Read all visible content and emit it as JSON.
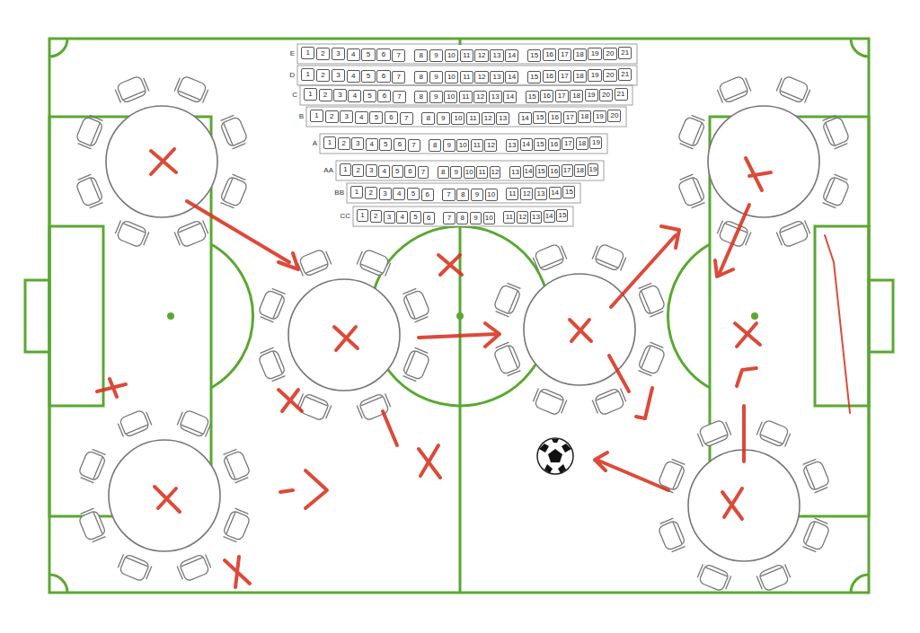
{
  "diagram": {
    "nodes": [
      {
        "text": [
          "1"
        ]
      },
      {
        "text": [
          "2"
        ]
      },
      {
        "text": [
          "3"
        ]
      },
      {
        "text": [
          "4"
        ]
      },
      {
        "text": [
          "5"
        ]
      },
      {
        "text": [
          "6"
        ]
      },
      {
        "text": [
          "7"
        ]
      },
      {
        "text": [
          "8"
        ]
      },
      {
        "text": [
          "9"
        ]
      },
      {
        "text": [
          "10"
        ]
      },
      {
        "text": [
          "11"
        ]
      },
      {
        "text": [
          "12"
        ]
      },
      {
        "text": [
          "13"
        ]
      },
      {
        "text": [
          "14"
        ]
      },
      {
        "text": [
          "15"
        ]
      },
      {
        "text": [
          "16"
        ]
      },
      {
        "text": [
          "17"
        ]
      },
      {
        "text": [
          "18"
        ]
      },
      {
        "text": [
          "19"
        ]
      },
      {
        "text": [
          "20"
        ]
      },
      {
        "text": [
          "21"
        ]
      },
      {
        "text": [
          "1"
        ]
      },
      {
        "text": [
          "2"
        ]
      },
      {
        "text": [
          "3"
        ]
      },
      {
        "text": [
          "4"
        ]
      },
      {
        "text": [
          "5"
        ]
      },
      {
        "text": [
          "6"
        ]
      },
      {
        "text": [
          "7"
        ]
      },
      {
        "text": [
          "8"
        ]
      },
      {
        "text": [
          "9"
        ]
      },
      {
        "text": [
          "10"
        ]
      },
      {
        "text": [
          "11"
        ]
      },
      {
        "text": [
          "12"
        ]
      },
      {
        "text": [
          "13"
        ]
      },
      {
        "text": [
          "14"
        ]
      },
      {
        "text": [
          "15"
        ]
      },
      {
        "text": [
          "16"
        ]
      },
      {
        "text": [
          "17"
        ]
      },
      {
        "text": [
          "18"
        ]
      },
      {
        "text": [
          "19"
        ]
      },
      {
        "text": [
          "20"
        ]
      },
      {
        "text": [
          "21"
        ]
      },
      {
        "text": [
          "1"
        ]
      },
      {
        "text": [
          "2"
        ]
      },
      {
        "text": [
          "3"
        ]
      },
      {
        "text": [
          "4"
        ]
      },
      {
        "text": [
          "5"
        ]
      },
      {
        "text": [
          "6"
        ]
      },
      {
        "text": [
          "7"
        ]
      },
      {
        "text": [
          "8"
        ]
      },
      {
        "text": [
          "9"
        ]
      },
      {
        "text": [
          "10"
        ]
      },
      {
        "text": [
          "11"
        ]
      },
      {
        "text": [
          "12"
        ]
      },
      {
        "text": [
          "13"
        ]
      },
      {
        "text": [
          "14"
        ]
      },
      {
        "text": [
          "15"
        ]
      },
      {
        "text": [
          "16"
        ]
      },
      {
        "text": [
          "17"
        ]
      },
      {
        "text": [
          "18"
        ]
      },
      {
        "text": [
          "19"
        ]
      },
      {
        "text": [
          "20"
        ]
      },
      {
        "text": [
          "21"
        ]
      },
      {
        "text": [
          "1"
        ]
      },
      {
        "text": [
          "2"
        ]
      },
      {
        "text": [
          "3"
        ]
      },
      {
        "text": [
          "4"
        ]
      },
      {
        "text": [
          "5"
        ]
      },
      {
        "text": [
          "6"
        ]
      },
      {
        "text": [
          "7"
        ]
      },
      {
        "text": [
          "8"
        ]
      },
      {
        "text": [
          "9"
        ]
      },
      {
        "text": [
          "10"
        ]
      },
      {
        "text": [
          "11"
        ]
      },
      {
        "text": [
          "12"
        ]
      },
      {
        "text": [
          "13"
        ]
      },
      {
        "text": [
          "14"
        ]
      },
      {
        "text": [
          "15"
        ]
      },
      {
        "text": [
          "16"
        ]
      },
      {
        "text": [
          "17"
        ]
      },
      {
        "text": [
          "18"
        ]
      },
      {
        "text": [
          "19"
        ]
      },
      {
        "text": [
          "20"
        ]
      },
      {
        "text": [
          "1"
        ]
      },
      {
        "text": [
          "2"
        ]
      },
      {
        "text": [
          "3"
        ]
      },
      {
        "text": [
          "4"
        ]
      },
      {
        "text": [
          "5"
        ]
      },
      {
        "text": [
          "6"
        ]
      },
      {
        "text": [
          "7"
        ]
      },
      {
        "text": [
          "8"
        ]
      },
      {
        "text": [
          "9"
        ]
      },
      {
        "text": [
          "10"
        ]
      },
      {
        "text": [
          "11"
        ]
      },
      {
        "text": [
          "12"
        ]
      },
      {
        "text": [
          "13"
        ]
      },
      {
        "text": [
          "14"
        ]
      },
      {
        "text": [
          "15"
        ]
      },
      {
        "text": [
          "16"
        ]
      },
      {
        "text": [
          "17"
        ]
      },
      {
        "text": [
          "18"
        ]
      },
      {
        "text": [
          "19"
        ]
      },
      {
        "text": [
          "1"
        ]
      },
      {
        "text": [
          "2"
        ]
      },
      {
        "text": [
          "3"
        ]
      },
      {
        "text": [
          "4"
        ]
      },
      {
        "text": [
          "5"
        ]
      },
      {
        "text": [
          "6"
        ]
      },
      {
        "text": [
          "7"
        ]
      },
      {
        "text": [
          "8"
        ]
      },
      {
        "text": [
          "9"
        ]
      },
      {
        "text": [
          "10"
        ]
      },
      {
        "text": [
          "11"
        ]
      },
      {
        "text": [
          "12"
        ]
      },
      {
        "text": [
          "13"
        ]
      },
      {
        "text": [
          "14"
        ]
      },
      {
        "text": [
          "15"
        ]
      },
      {
        "text": [
          "16"
        ]
      },
      {
        "text": [
          "17"
        ]
      },
      {
        "text": [
          "18"
        ]
      },
      {
        "text": [
          "19"
        ]
      },
      {
        "text": [
          "1"
        ]
      },
      {
        "text": [
          "2"
        ]
      },
      {
        "text": [
          "3"
        ]
      },
      {
        "text": [
          "4"
        ]
      },
      {
        "text": [
          "5"
        ]
      },
      {
        "text": [
          "6"
        ]
      },
      {
        "text": [
          "7"
        ]
      },
      {
        "text": [
          "8"
        ]
      },
      {
        "text": [
          "9"
        ]
      },
      {
        "text": [
          "10"
        ]
      },
      {
        "text": [
          "11"
        ]
      },
      {
        "text": [
          "12"
        ]
      },
      {
        "text": [
          "13"
        ]
      },
      {
        "text": [
          "14"
        ]
      },
      {
        "text": [
          "15"
        ]
      },
      {
        "text": [
          "1"
        ]
      },
      {
        "text": [
          "2"
        ]
      },
      {
        "text": [
          "3"
        ]
      },
      {
        "text": [
          "4"
        ]
      },
      {
        "text": [
          "5"
        ]
      },
      {
        "text": [
          "6"
        ]
      },
      {
        "text": [
          "7"
        ]
      },
      {
        "text": [
          "8"
        ]
      },
      {
        "text": [
          "9"
        ]
      },
      {
        "text": [
          "10"
        ]
      },
      {
        "text": [
          "11"
        ]
      },
      {
        "text": [
          "12"
        ]
      },
      {
        "text": [
          "13"
        ]
      },
      {
        "text": [
          "14"
        ]
      },
      {
        "text": [
          "15"
        ]
      }
    ],
    "labels": [
      "E",
      "D",
      "C",
      "B",
      "A",
      "AA",
      "BB",
      "CC"
    ]
  }
}
